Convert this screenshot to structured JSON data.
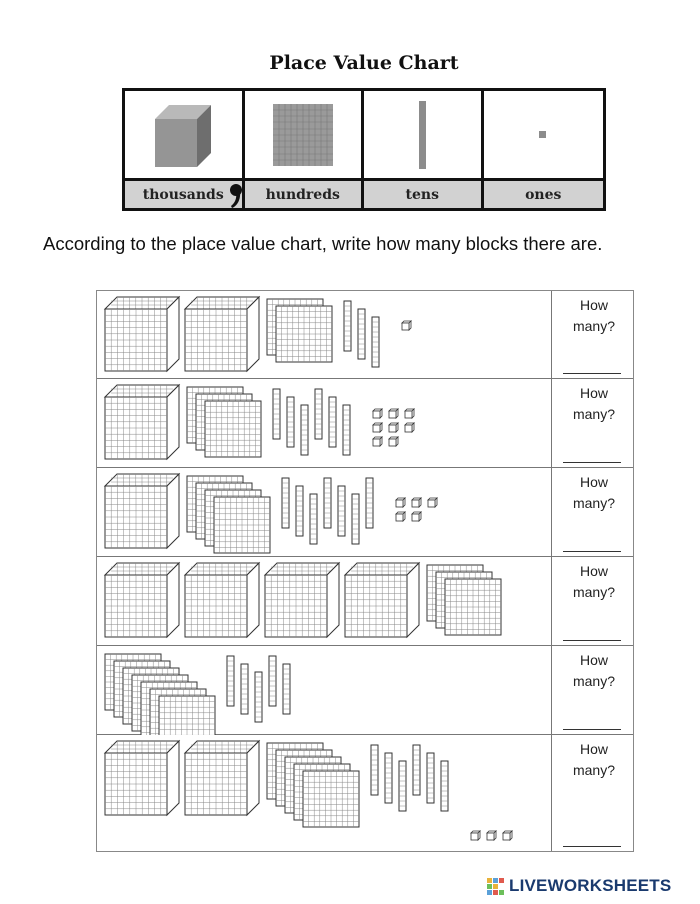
{
  "title": "Place Value Chart",
  "place_value": {
    "columns": [
      {
        "label": "thousands",
        "icon": "thousand-cube"
      },
      {
        "label": "hundreds",
        "icon": "hundred-flat"
      },
      {
        "label": "tens",
        "icon": "ten-rod"
      },
      {
        "label": "ones",
        "icon": "one-unit"
      }
    ]
  },
  "instruction": "According to the place value chart, write how many blocks there are.",
  "rows": [
    {
      "how_many": "How many?",
      "thousands": 2,
      "hundreds": 2,
      "tens": 3,
      "ones": 1
    },
    {
      "how_many": "How many?",
      "thousands": 1,
      "hundreds": 3,
      "tens": 6,
      "ones": 8
    },
    {
      "how_many": "How many?",
      "thousands": 1,
      "hundreds": 4,
      "tens": 7,
      "ones": 5
    },
    {
      "how_many": "How many?",
      "thousands": 4,
      "hundreds": 3,
      "tens": 0,
      "ones": 0
    },
    {
      "how_many": "How many?",
      "thousands": 0,
      "hundreds": 7,
      "tens": 5,
      "ones": 0
    },
    {
      "how_many": "How many?",
      "thousands": 2,
      "hundreds": 5,
      "tens": 6,
      "ones": 3
    }
  ],
  "footer": {
    "brand": "LIVEWORKSHEETS",
    "brand_color": "#1a3a6e"
  }
}
